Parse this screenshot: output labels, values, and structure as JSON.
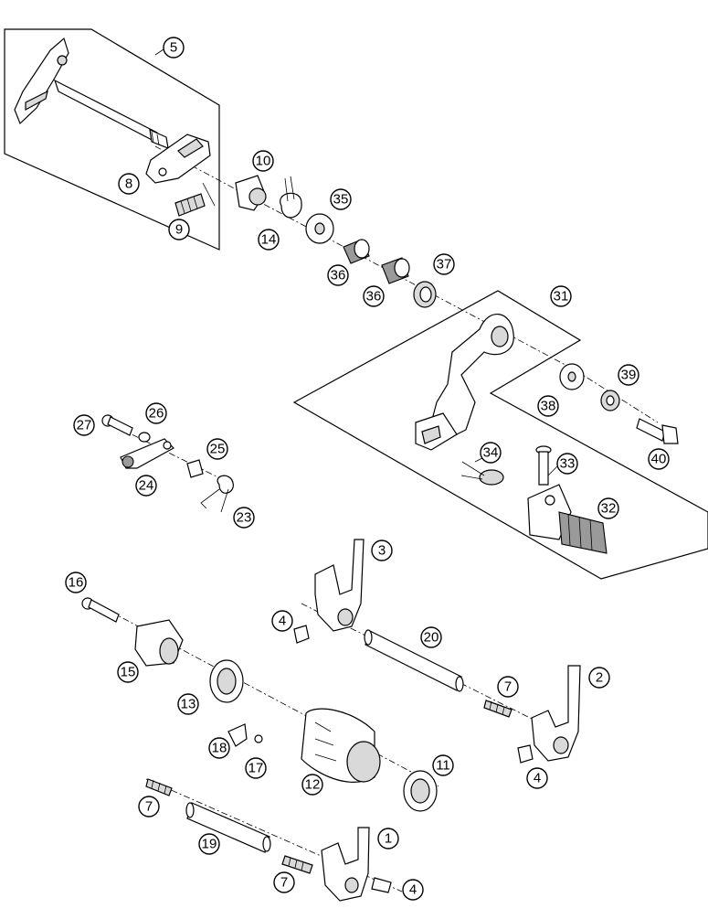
{
  "callouts": [
    {
      "id": "c1",
      "label": "1"
    },
    {
      "id": "c2",
      "label": "2"
    },
    {
      "id": "c3",
      "label": "3"
    },
    {
      "id": "c4a",
      "label": "4"
    },
    {
      "id": "c4b",
      "label": "4"
    },
    {
      "id": "c4c",
      "label": "4"
    },
    {
      "id": "c5",
      "label": "5"
    },
    {
      "id": "c7a",
      "label": "7"
    },
    {
      "id": "c7b",
      "label": "7"
    },
    {
      "id": "c7c",
      "label": "7"
    },
    {
      "id": "c8",
      "label": "8"
    },
    {
      "id": "c9",
      "label": "9"
    },
    {
      "id": "c10",
      "label": "10"
    },
    {
      "id": "c11",
      "label": "11"
    },
    {
      "id": "c12",
      "label": "12"
    },
    {
      "id": "c13",
      "label": "13"
    },
    {
      "id": "c14",
      "label": "14"
    },
    {
      "id": "c15",
      "label": "15"
    },
    {
      "id": "c16",
      "label": "16"
    },
    {
      "id": "c17",
      "label": "17"
    },
    {
      "id": "c18",
      "label": "18"
    },
    {
      "id": "c19",
      "label": "19"
    },
    {
      "id": "c20",
      "label": "20"
    },
    {
      "id": "c23",
      "label": "23"
    },
    {
      "id": "c24",
      "label": "24"
    },
    {
      "id": "c25",
      "label": "25"
    },
    {
      "id": "c26",
      "label": "26"
    },
    {
      "id": "c27",
      "label": "27"
    },
    {
      "id": "c31",
      "label": "31"
    },
    {
      "id": "c32",
      "label": "32"
    },
    {
      "id": "c33",
      "label": "33"
    },
    {
      "id": "c34",
      "label": "34"
    },
    {
      "id": "c35",
      "label": "35"
    },
    {
      "id": "c36a",
      "label": "36"
    },
    {
      "id": "c36b",
      "label": "36"
    },
    {
      "id": "c37",
      "label": "37"
    },
    {
      "id": "c38",
      "label": "38"
    },
    {
      "id": "c39",
      "label": "39"
    },
    {
      "id": "c40",
      "label": "40"
    }
  ]
}
